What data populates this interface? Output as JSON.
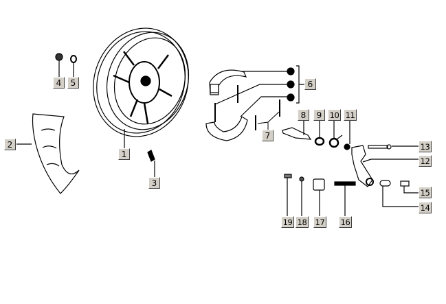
{
  "diagram": {
    "callouts": [
      {
        "id": "1",
        "label": "1"
      },
      {
        "id": "2",
        "label": "2"
      },
      {
        "id": "3",
        "label": "3"
      },
      {
        "id": "4",
        "label": "4"
      },
      {
        "id": "5",
        "label": "5"
      },
      {
        "id": "6",
        "label": "6"
      },
      {
        "id": "7",
        "label": "7"
      },
      {
        "id": "8",
        "label": "8"
      },
      {
        "id": "9",
        "label": "9"
      },
      {
        "id": "10",
        "label": "10"
      },
      {
        "id": "11",
        "label": "11"
      },
      {
        "id": "12",
        "label": "12"
      },
      {
        "id": "13",
        "label": "13"
      },
      {
        "id": "14",
        "label": "14"
      },
      {
        "id": "15",
        "label": "15"
      },
      {
        "id": "16",
        "label": "16"
      },
      {
        "id": "17",
        "label": "17"
      },
      {
        "id": "18",
        "label": "18"
      },
      {
        "id": "19",
        "label": "19"
      }
    ],
    "line_color": "#000000",
    "callout_bg": "#d4d0c8"
  }
}
